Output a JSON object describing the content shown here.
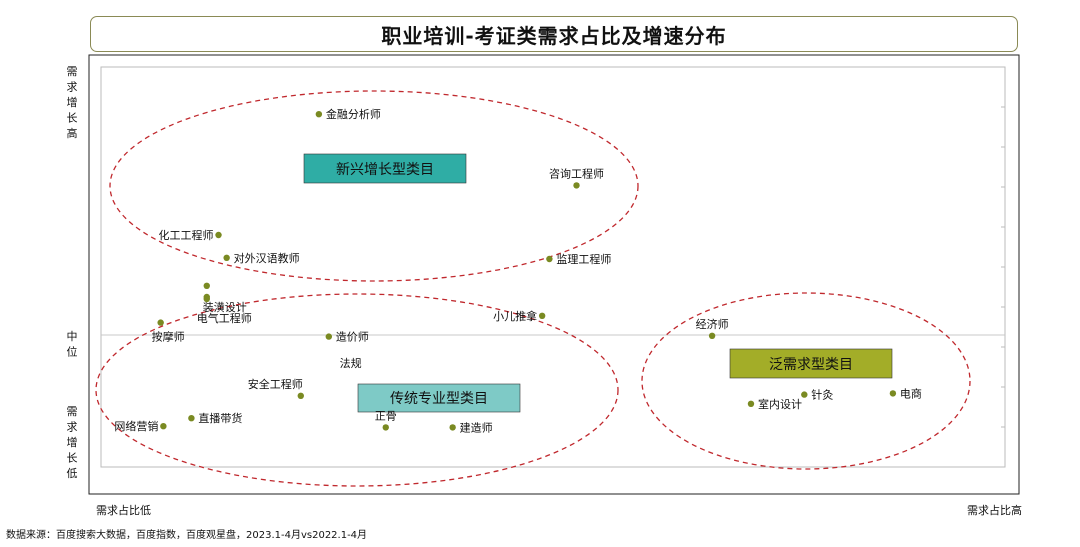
{
  "chart_data": {
    "type": "scatter",
    "title": "职业培训-考证类需求占比及增速分布",
    "x_axis": {
      "low_label": "需求占比低",
      "high_label": "需求占比高"
    },
    "y_axis": {
      "high_label": "需求增长高",
      "mid_label": "中位",
      "low_label": "需求增长低"
    },
    "xlim": [
      0,
      100
    ],
    "ylim": [
      0,
      100
    ],
    "y_mid": 33,
    "grid": false,
    "points": [
      {
        "name": "金融分析师",
        "x": 24.1,
        "y": 88.2,
        "label_pos": "right"
      },
      {
        "name": "咨询工程师",
        "x": 52.6,
        "y": 70.4,
        "label_pos": "above"
      },
      {
        "name": "化工工程师",
        "x": 13.0,
        "y": 58.0,
        "label_pos": "left"
      },
      {
        "name": "对外汉语教师",
        "x": 13.9,
        "y": 52.3,
        "label_pos": "right"
      },
      {
        "name": "监理工程师",
        "x": 49.6,
        "y": 52.0,
        "label_pos": "right"
      },
      {
        "name": "",
        "x": 11.7,
        "y": 45.3,
        "label_pos": "none"
      },
      {
        "name": "装潢设计",
        "x": 11.7,
        "y": 42.5,
        "label_pos": "below"
      },
      {
        "name": "电气工程师",
        "x": 11.7,
        "y": 42.0,
        "label_pos": "below"
      },
      {
        "name": "小儿推拿",
        "x": 48.8,
        "y": 37.8,
        "label_pos": "left"
      },
      {
        "name": "按摩师",
        "x": 6.6,
        "y": 36.1,
        "label_pos": "below"
      },
      {
        "name": "造价师",
        "x": 25.2,
        "y": 32.6,
        "label_pos": "right"
      },
      {
        "name": "经济师",
        "x": 67.6,
        "y": 32.8,
        "label_pos": "above"
      },
      {
        "name": "安全工程师",
        "x": 22.1,
        "y": 17.8,
        "label_pos": "above-left"
      },
      {
        "name": "针灸",
        "x": 77.8,
        "y": 18.1,
        "label_pos": "right"
      },
      {
        "name": "电商",
        "x": 87.6,
        "y": 18.4,
        "label_pos": "right"
      },
      {
        "name": "室内设计",
        "x": 71.9,
        "y": 15.8,
        "label_pos": "right"
      },
      {
        "name": "正骨",
        "x": 31.5,
        "y": 9.9,
        "label_pos": "above"
      },
      {
        "name": "建造师",
        "x": 38.9,
        "y": 9.9,
        "label_pos": "right"
      },
      {
        "name": "直播带货",
        "x": 10.0,
        "y": 12.2,
        "label_pos": "right"
      },
      {
        "name": "网络营销",
        "x": 6.9,
        "y": 10.2,
        "label_pos": "left"
      }
    ],
    "annotations": [
      {
        "text": "法规",
        "x": 26.4,
        "y": 26.0
      }
    ],
    "groups": [
      {
        "name": "新兴增长型类目",
        "color": "#2fada5"
      },
      {
        "name": "传统专业型类目",
        "color": "#7ecac6"
      },
      {
        "name": "泛需求型类目",
        "color": "#a3ad28"
      }
    ],
    "colors": {
      "point": "#7a8a22",
      "ellipse": "#c0282d",
      "midline": "#bdbdbd"
    }
  },
  "source_note": "数据来源：百度搜索大数据，百度指数，百度观星盘，2023.1-4月vs2022.1-4月"
}
